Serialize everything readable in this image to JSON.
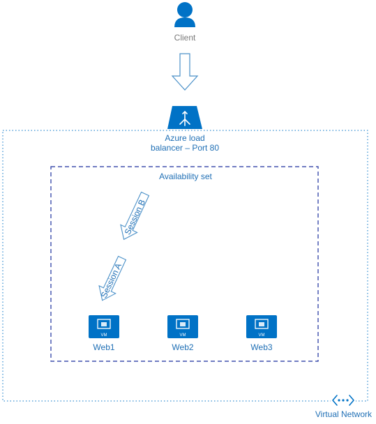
{
  "client": {
    "label": "Client"
  },
  "load_balancer": {
    "label_line1": "Azure load",
    "label_line2": "balancer – Port 80"
  },
  "availability_set": {
    "label": "Availability set"
  },
  "sessions": {
    "a": "Session A",
    "b": "Session B"
  },
  "vms": [
    {
      "name": "Web1",
      "badge": "VM"
    },
    {
      "name": "Web2",
      "badge": "VM"
    },
    {
      "name": "Web3",
      "badge": "VM"
    }
  ],
  "virtual_network": {
    "label": "Virtual Network"
  },
  "colors": {
    "azure_blue": "#0072c6",
    "label_blue": "#1f6fb5",
    "gray_text": "#7a7a7a",
    "arrow_blue": "#4a90c8"
  },
  "icons": {
    "client": "user-icon",
    "load_balancer": "load-balancer-icon",
    "vm": "vm-monitor-icon",
    "virtual_network": "virtual-network-icon"
  }
}
